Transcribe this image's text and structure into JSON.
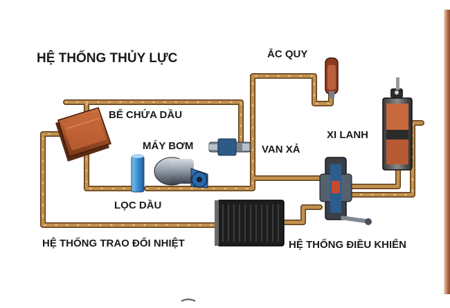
{
  "title": "HỆ THỐNG THỦY LỰC",
  "labels": {
    "accumulator": "ẮC QUY",
    "oil_tank": "BỂ CHỨA DẦU",
    "pump": "MÁY BƠM",
    "relief_valve": "VAN XẢ",
    "cylinder": "XI LANH",
    "oil_filter": "LỌC DẦU",
    "heat_exchanger": "HỆ THỐNG TRAO ĐỔI NHIỆT",
    "control_system": "HỆ THỐNG ĐIỀU KHIỂN"
  },
  "colors": {
    "pipe": "#b8874b",
    "pipe_edge": "#5d3a17",
    "tank": "#b5582b",
    "filter": "#3d8fd6",
    "pump_motor": "#2f6fb0"
  }
}
